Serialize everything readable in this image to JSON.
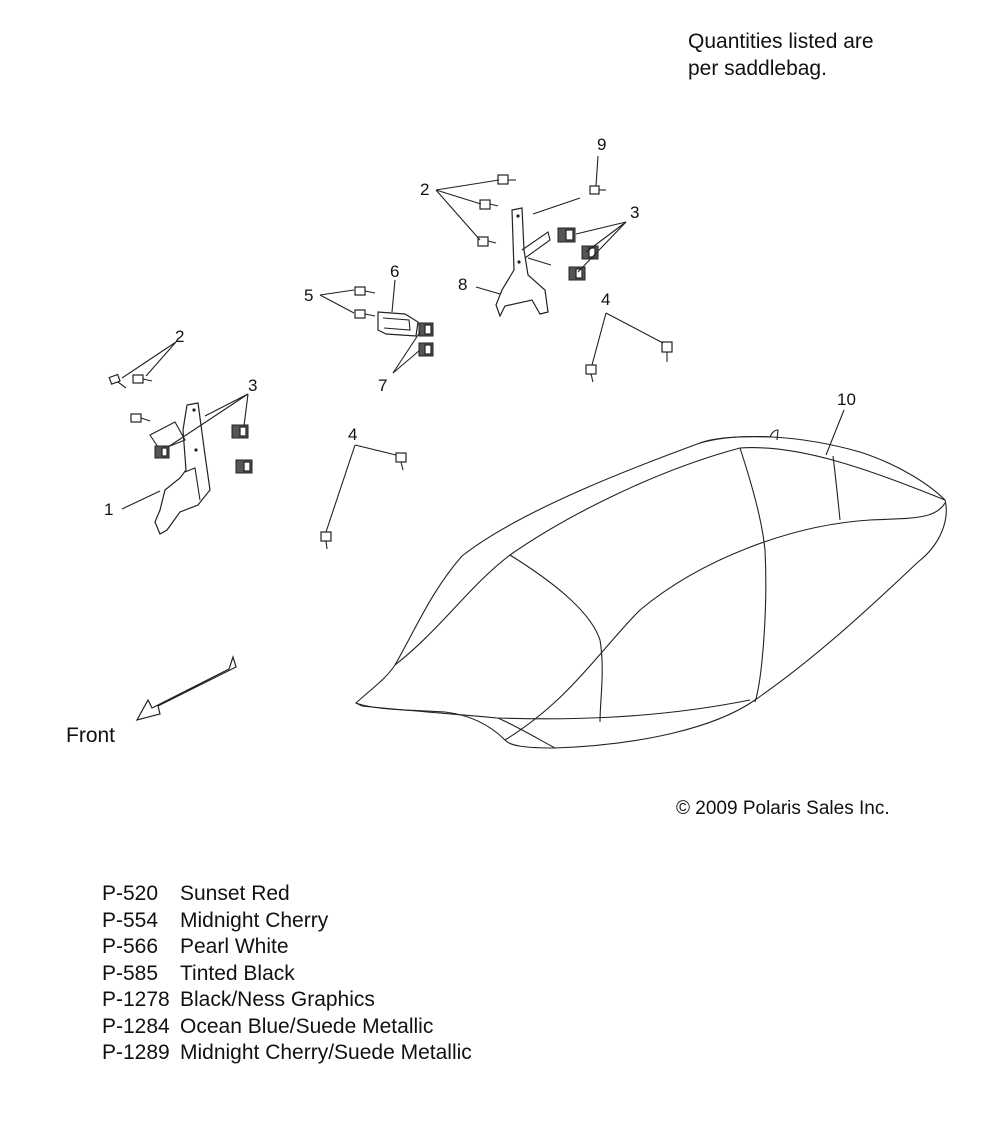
{
  "note": [
    "Quantities listed are",
    "per saddlebag."
  ],
  "copyright": "© 2009 Polaris Sales Inc.",
  "front_label": "Front",
  "callouts": {
    "c1": "1",
    "c2a": "2",
    "c2b": "2",
    "c3a": "3",
    "c3b": "3",
    "c4a": "4",
    "c4b": "4",
    "c5": "5",
    "c6": "6",
    "c7": "7",
    "c8": "8",
    "c9": "9",
    "c10": "10"
  },
  "legend": [
    {
      "code": "P-520",
      "name": "Sunset Red"
    },
    {
      "code": "P-554",
      "name": "Midnight Cherry"
    },
    {
      "code": "P-566",
      "name": "Pearl White"
    },
    {
      "code": "P-585",
      "name": "Tinted Black"
    },
    {
      "code": "P-1278",
      "name": "Black/Ness Graphics"
    },
    {
      "code": "P-1284",
      "name": "Ocean Blue/Suede Metallic"
    },
    {
      "code": "P-1289",
      "name": "Midnight Cherry/Suede Metallic"
    }
  ]
}
